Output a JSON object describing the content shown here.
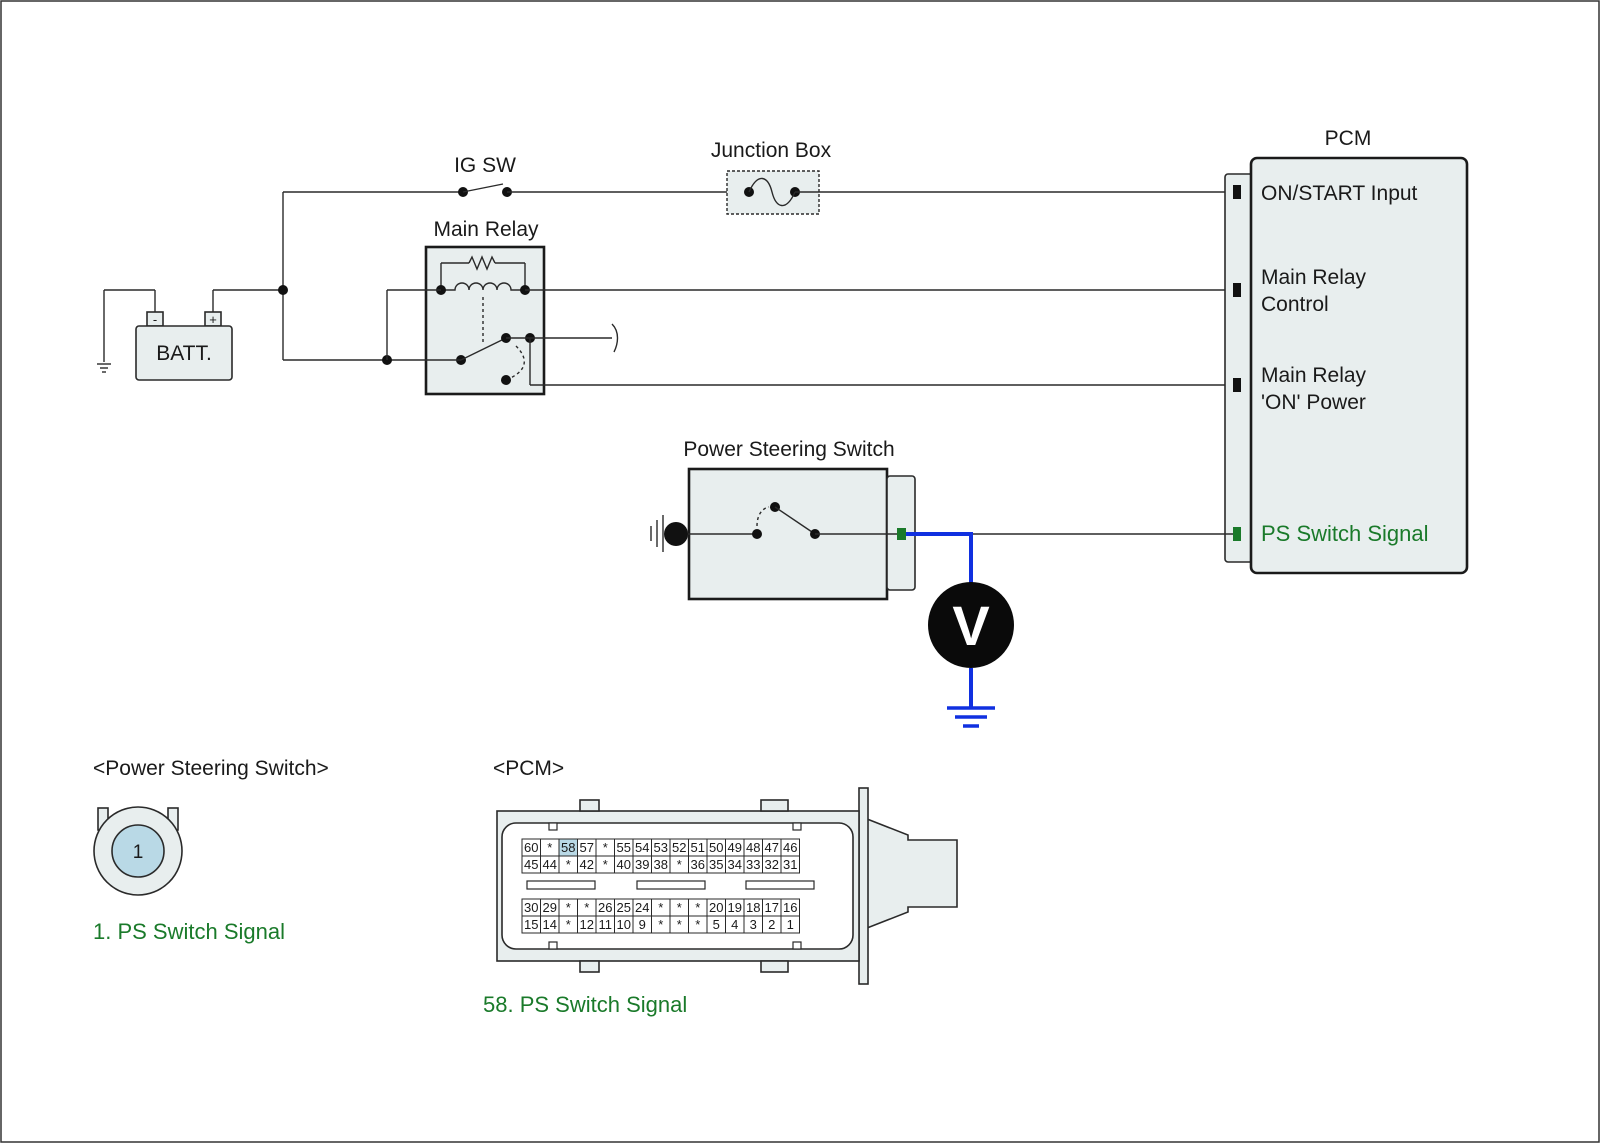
{
  "labels": {
    "ig_sw": "IG SW",
    "junction_box": "Junction Box",
    "main_relay": "Main Relay",
    "batt": "BATT.",
    "batt_minus": "-",
    "batt_plus": "+",
    "pcm": "PCM",
    "pcm_on_start": "ON/START Input",
    "pcm_main_relay_control_1": "Main Relay",
    "pcm_main_relay_control_2": "Control",
    "pcm_main_relay_on_1": "Main Relay",
    "pcm_main_relay_on_2": "'ON' Power",
    "pcm_ps_switch_signal": "PS Switch Signal",
    "power_steering_switch": "Power Steering Switch",
    "voltmeter": "V"
  },
  "connectors": {
    "ps_switch_title": "<Power Steering Switch>",
    "ps_switch_pin": "1",
    "ps_switch_desc": "1. PS Switch Signal",
    "pcm_title": "<PCM>",
    "pcm_desc": "58. PS Switch Signal",
    "pcm_rows": [
      [
        "60",
        "*",
        "58",
        "57",
        "*",
        "55",
        "54",
        "53",
        "52",
        "51",
        "50",
        "49",
        "48",
        "47",
        "46"
      ],
      [
        "45",
        "44",
        "*",
        "42",
        "*",
        "40",
        "39",
        "38",
        "*",
        "36",
        "35",
        "34",
        "33",
        "32",
        "31"
      ],
      [
        "30",
        "29",
        "*",
        "*",
        "26",
        "25",
        "24",
        "*",
        "*",
        "*",
        "20",
        "19",
        "18",
        "17",
        "16"
      ],
      [
        "15",
        "14",
        "*",
        "12",
        "11",
        "10",
        "9",
        "*",
        "*",
        "*",
        "5",
        "4",
        "3",
        "2",
        "1"
      ]
    ],
    "highlight_pin": "58"
  },
  "colors": {
    "signal_green": "#1a7a2a",
    "meter_wire_blue": "#1030e0",
    "highlight_pin_fill": "#b9d9e6"
  }
}
